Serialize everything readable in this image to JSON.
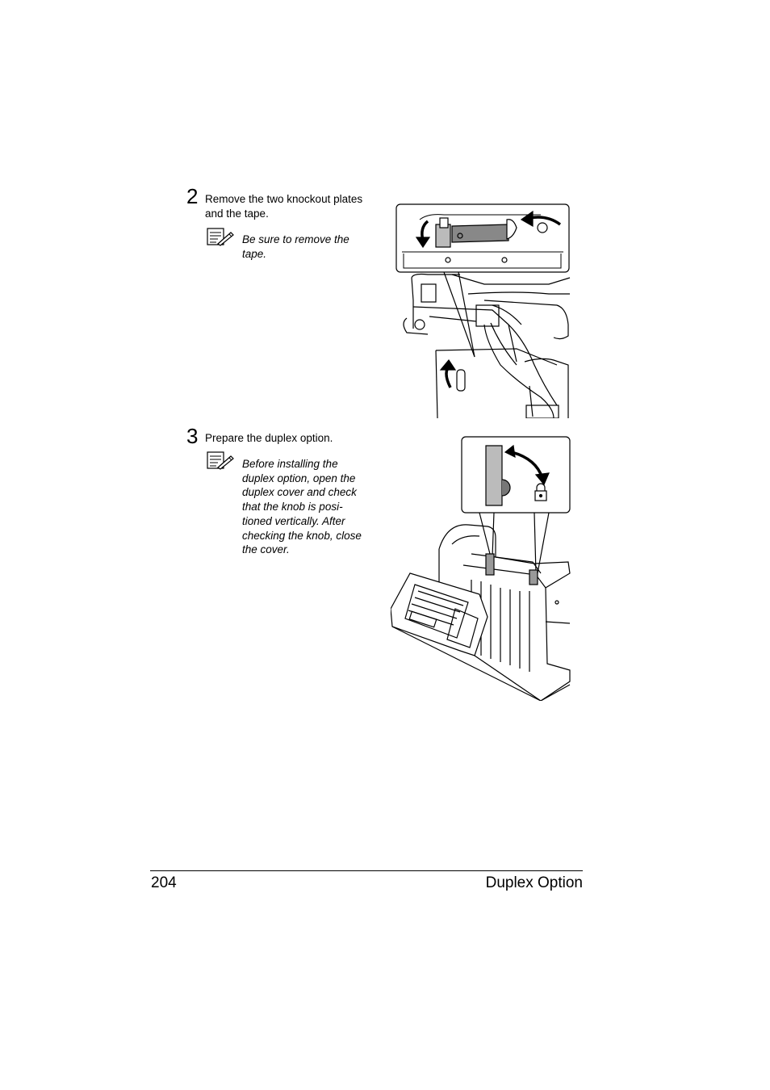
{
  "steps": [
    {
      "number": "2",
      "text_lines": [
        "Remove the two knockout plates",
        "and the tape."
      ],
      "note_lines": [
        "Be sure to remove the",
        "tape."
      ]
    },
    {
      "number": "3",
      "text_lines": [
        "Prepare the duplex option."
      ],
      "note_lines": [
        "Before installing the",
        "duplex option, open the",
        "duplex cover and check",
        "that the knob is posi-",
        "tioned vertically. After",
        "checking the knob, close",
        "the cover."
      ]
    }
  ],
  "footer": {
    "page_number": "204",
    "section_title": "Duplex Option"
  },
  "icons": {
    "note": "note-pencil-icon",
    "lock": "lock-icon",
    "arrow": "curved-arrow-icon"
  }
}
